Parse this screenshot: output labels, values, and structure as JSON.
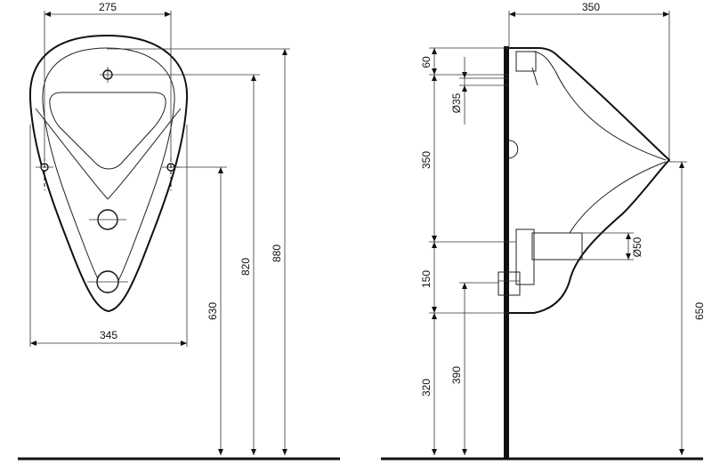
{
  "front_view": {
    "dims": {
      "top_width": "275",
      "bottom_width": "345",
      "height_630": "630",
      "height_820": "820",
      "height_880": "880"
    }
  },
  "side_view": {
    "dims": {
      "depth": "350",
      "d60": "60",
      "dia35": "Ø35",
      "d350": "350",
      "dia50": "Ø50",
      "d150": "150",
      "d390": "390",
      "d320": "320",
      "d650": "650"
    }
  },
  "colors": {
    "line": "#111111",
    "background": "#ffffff"
  }
}
